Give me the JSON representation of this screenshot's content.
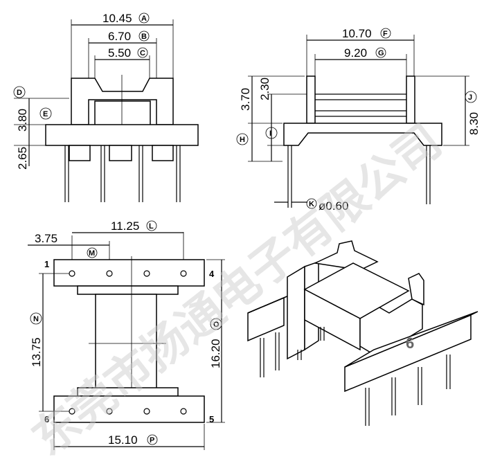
{
  "front_view": {
    "dims": [
      {
        "value": "10.45",
        "mark": "A"
      },
      {
        "value": "6.70",
        "mark": "B"
      },
      {
        "value": "5.50",
        "mark": "C"
      },
      {
        "value": "",
        "mark": "D"
      },
      {
        "value": "3.80",
        "mark": ""
      },
      {
        "value": "",
        "mark": "E"
      },
      {
        "value": "2.65",
        "mark": ""
      }
    ]
  },
  "side_view": {
    "dims": [
      {
        "value": "10.70",
        "mark": "F"
      },
      {
        "value": "9.20",
        "mark": "G"
      },
      {
        "value": "3.70",
        "mark": ""
      },
      {
        "value": "2.30",
        "mark": ""
      },
      {
        "value": "",
        "mark": "H"
      },
      {
        "value": "",
        "mark": "I"
      },
      {
        "value": "8.30",
        "mark": "J"
      },
      {
        "value": "ø0.60",
        "mark": "K"
      }
    ]
  },
  "bottom_view": {
    "dims": [
      {
        "value": "3.75",
        "mark": ""
      },
      {
        "value": "11.25",
        "mark": "L"
      },
      {
        "value": "",
        "mark": "M"
      },
      {
        "value": "13.75",
        "mark": "N"
      },
      {
        "value": "16.20",
        "mark": "O"
      },
      {
        "value": "15.10",
        "mark": "P"
      }
    ],
    "pins": [
      "1",
      "4",
      "5",
      "6"
    ]
  },
  "iso_view": {
    "badge": "6"
  },
  "watermark": "东莞市扬通电子有限公司",
  "colors": {
    "line": "#000000",
    "watermark": "#c9c9c9",
    "badge": "#666666"
  }
}
